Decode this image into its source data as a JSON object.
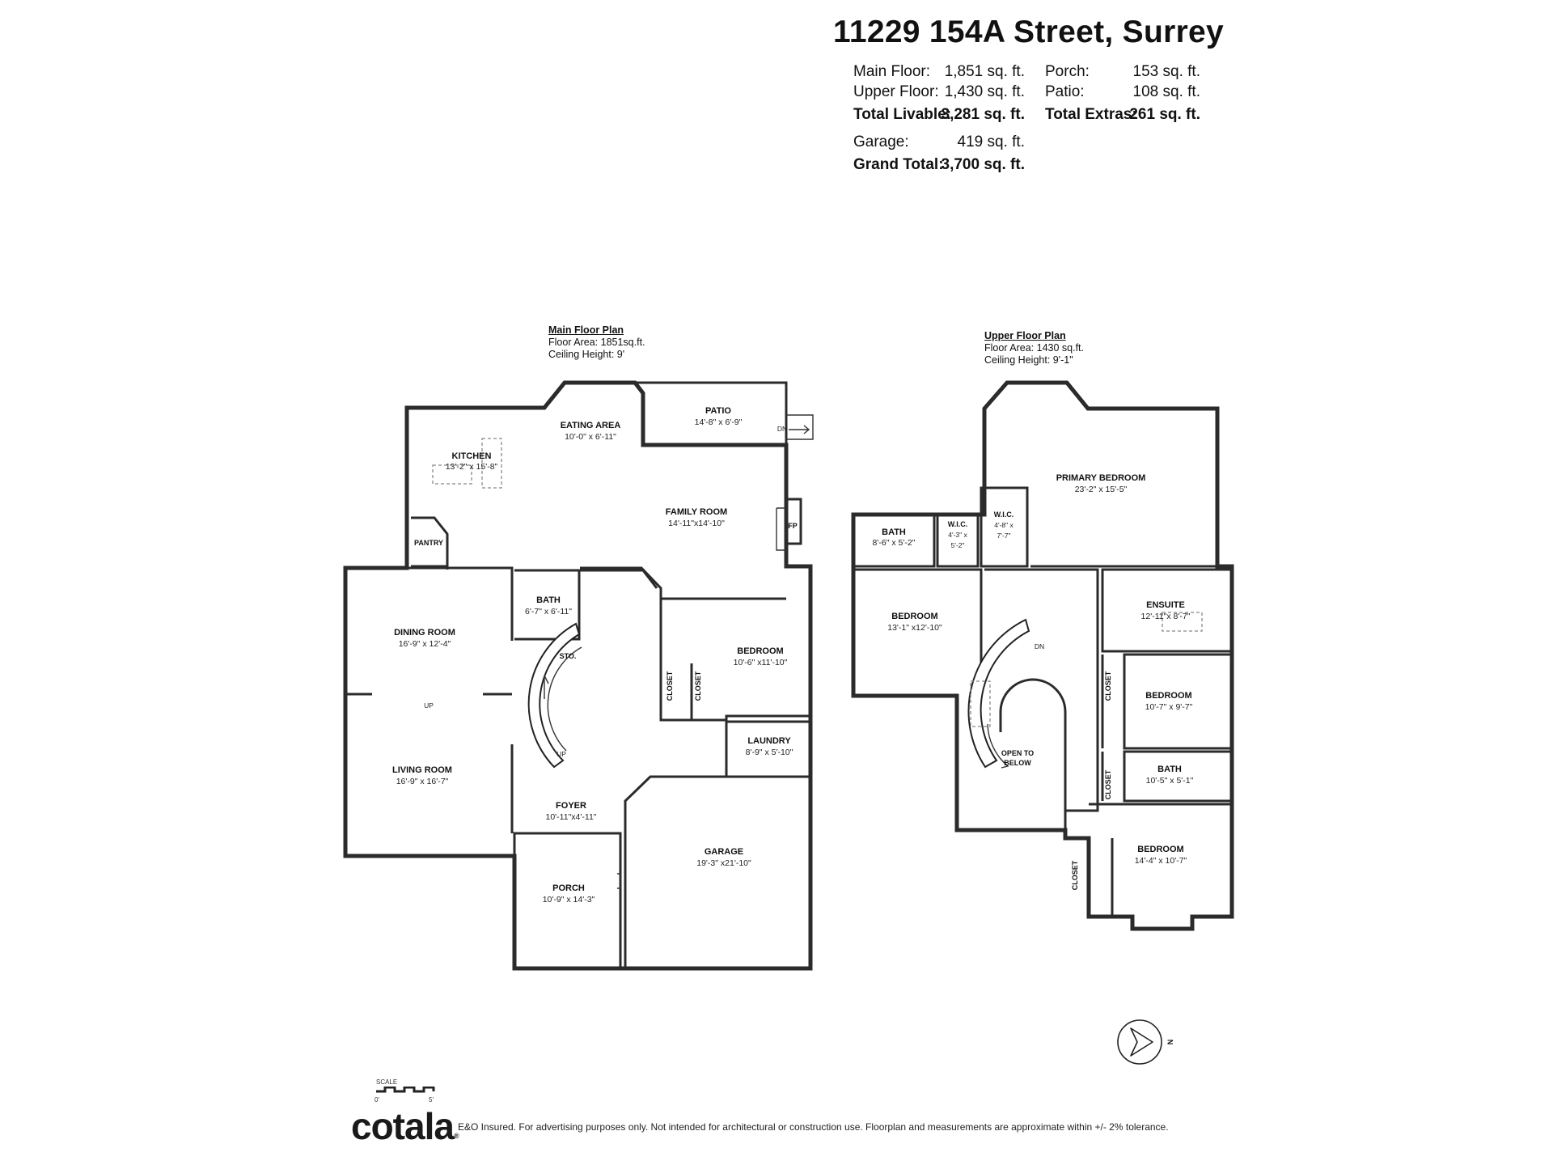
{
  "title": "11229 154A Street, Surrey",
  "areas": {
    "main_floor": {
      "label": "Main Floor:",
      "value": "1,851 sq. ft."
    },
    "upper_floor": {
      "label": "Upper Floor:",
      "value": "1,430 sq. ft."
    },
    "total_livable": {
      "label": "Total Livable:",
      "value": "3,281 sq. ft."
    },
    "porch": {
      "label": "Porch:",
      "value": "153 sq. ft."
    },
    "patio": {
      "label": "Patio:",
      "value": "108 sq. ft."
    },
    "total_extras": {
      "label": "Total Extras:",
      "value": "261 sq. ft."
    },
    "garage": {
      "label": "Garage:",
      "value": "419 sq. ft."
    },
    "grand_total": {
      "label": "Grand Total:",
      "value": "3,700 sq. ft."
    }
  },
  "main_plan": {
    "heading": "Main Floor Plan",
    "floor_area": "Floor Area: 1851sq.ft.",
    "ceiling": "Ceiling Height: 9'",
    "rooms": {
      "eating": {
        "name": "EATING AREA",
        "dim": "10'-0\" x 6'-11\""
      },
      "patio": {
        "name": "PATIO",
        "dim": "14'-8\" x 6'-9\""
      },
      "kitchen": {
        "name": "KITCHEN",
        "dim": "13'-2\" x 15'-8\""
      },
      "family": {
        "name": "FAMILY ROOM",
        "dim": "14'-11\"x14'-10\""
      },
      "pantry": {
        "name": "PANTRY"
      },
      "dining": {
        "name": "DINING ROOM",
        "dim": "16'-9\" x 12'-4\""
      },
      "bath": {
        "name": "BATH",
        "dim": "6'-7\" x 6'-11\""
      },
      "sto": {
        "name": "STO."
      },
      "bedroom": {
        "name": "BEDROOM",
        "dim": "10'-6\" x11'-10\""
      },
      "living": {
        "name": "LIVING ROOM",
        "dim": "16'-9\" x 16'-7\""
      },
      "laundry": {
        "name": "LAUNDRY",
        "dim": "8'-9\" x 5'-10\""
      },
      "foyer": {
        "name": "FOYER",
        "dim": "10'-11\"x4'-11\""
      },
      "garage": {
        "name": "GARAGE",
        "dim": "19'-3\" x21'-10\""
      },
      "porch": {
        "name": "PORCH",
        "dim": "10'-9\" x 14'-3\""
      }
    },
    "fp": "FP",
    "closet": "CLOSET",
    "up": "UP",
    "dn": "DN"
  },
  "upper_plan": {
    "heading": "Upper Floor Plan",
    "floor_area": "Floor Area: 1430 sq.ft.",
    "ceiling": "Ceiling Height: 9'-1\"",
    "rooms": {
      "primary": {
        "name": "PRIMARY BEDROOM",
        "dim": "23'-2\" x 15'-5\""
      },
      "bath1": {
        "name": "BATH",
        "dim": "8'-6\" x 5'-2\""
      },
      "wic1": {
        "name": "W.I.C.",
        "dim1": "4'-3\" x",
        "dim2": "5'-2\""
      },
      "wic2": {
        "name": "W.I.C.",
        "dim1": "4'-8\" x",
        "dim2": "7'-7\""
      },
      "bedroom1": {
        "name": "BEDROOM",
        "dim": "13'-1\" x12'-10\""
      },
      "ensuite": {
        "name": "ENSUITE",
        "dim": "12'-11\"x 8'-7\""
      },
      "bedroom2": {
        "name": "BEDROOM",
        "dim": "10'-7\" x 9'-7\""
      },
      "bath2": {
        "name": "BATH",
        "dim": "10'-5\" x 5'-1\""
      },
      "bedroom3": {
        "name": "BEDROOM",
        "dim": "14'-4\" x 10'-7\""
      }
    },
    "open1": "OPEN TO",
    "open2": "BELOW",
    "closet": "CLOSET",
    "dn": "DN"
  },
  "north": "N",
  "scale": {
    "label": "SCALE",
    "start": "0'",
    "end": "5'"
  },
  "logo": {
    "text": "cotala",
    "mark": "®"
  },
  "disclaimer": "E&O Insured. For advertising purposes only. Not intended for architectural or construction use. Floorplan and measurements are approximate within +/- 2% tolerance."
}
